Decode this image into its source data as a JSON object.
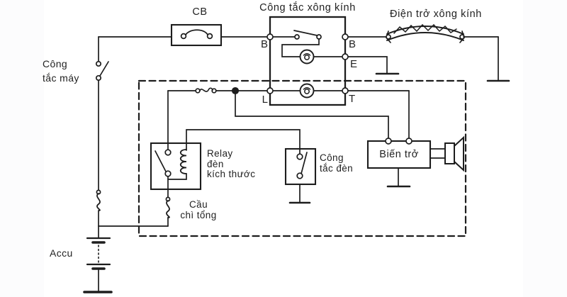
{
  "labels": {
    "circuit_breaker": "CB",
    "defogger_switch_title": "Công tắc xông kính",
    "defogger_resistor_title": "Điện trở xông kính",
    "ignition_switch_line1": "Công",
    "ignition_switch_line2": "tắc máy",
    "relay_line1": "Relay",
    "relay_line2": "đèn",
    "relay_line3": "kích thước",
    "light_switch_line1": "Công",
    "light_switch_line2": "tắc đèn",
    "rheostat": "Biến trở",
    "main_fuse_line1": "Cầu",
    "main_fuse_line2": "chì tổng",
    "battery": "Accu"
  },
  "terminals": {
    "b_left": "B",
    "b_right": "B",
    "e": "E",
    "l": "L",
    "t": "T"
  },
  "colors": {
    "line": "#1d1d1d",
    "background": "#ffffff",
    "text": "#222222"
  }
}
